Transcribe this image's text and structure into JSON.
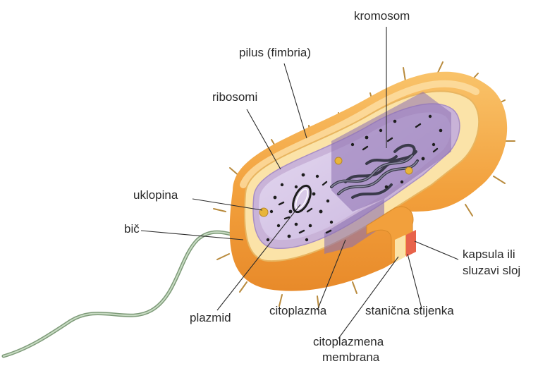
{
  "labels": {
    "kromosom": "kromosom",
    "pilus": "pilus (fimbria)",
    "ribosomi": "ribosomi",
    "uklopina": "uklopina",
    "bic": "bič",
    "plazmid": "plazmid",
    "citoplazma": "citoplazma",
    "citoplazmena_1": "citoplazmena",
    "citoplazmena_2": "membrana",
    "stanicna": "stanična stijenka",
    "kapsula_1": "kapsula ili",
    "kapsula_2": "sluzavi sloj"
  },
  "colors": {
    "capsule": "#f0a23a",
    "capsule_light": "#f8c978",
    "wall": "#fbe3a8",
    "membrane": "#c9b3d8",
    "cytoplasm": "#d9c9ea",
    "cut_face": "#8c6fb0",
    "granules": "#1e1e1e",
    "flagellum": "#9fb59a"
  }
}
